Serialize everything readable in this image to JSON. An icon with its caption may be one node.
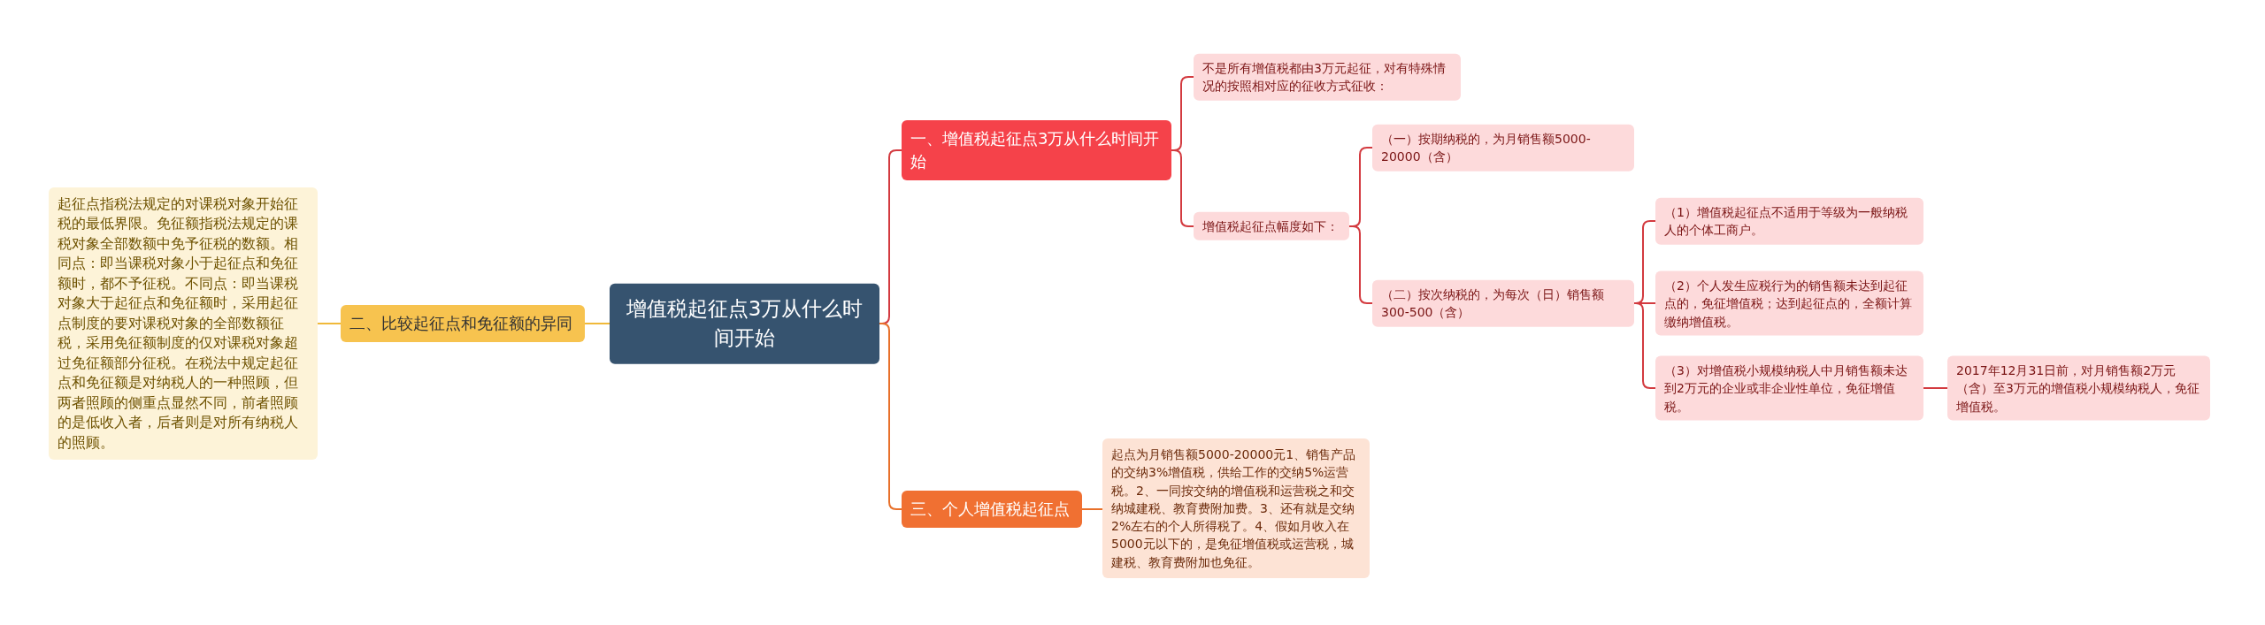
{
  "diagram": {
    "nodes": [
      {
        "text": [
          "增值税起征点3万从什么时间开始"
        ]
      },
      {
        "text": [
          "一、增值税起征点3万从什么时间开始"
        ]
      },
      {
        "text": [
          "不是所有增值税都由3万元起征，对有特殊情况的按照相对应的征收方式征收："
        ]
      },
      {
        "text": [
          "增值税起征点幅度如下："
        ]
      },
      {
        "text": [
          "（一）按期纳税的，为月销售额5000-20000（含）"
        ]
      },
      {
        "text": [
          "（二）按次纳税的，为每次（日）销售额300-500（含）"
        ]
      },
      {
        "text": [
          "（1）增值税起征点不适用于等级为一般纳税人的个体工商户。"
        ]
      },
      {
        "text": [
          "（2）个人发生应税行为的销售额未达到起征点的，免征增值税；达到起征点的，全额计算缴纳增值税。"
        ]
      },
      {
        "text": [
          "（3）对增值税小规模纳税人中月销售额未达到2万元的企业或非企业性单位，免征增值税。"
        ]
      },
      {
        "text": [
          "2017年12月31日前，对月销售额2万元（含）至3万元的增值税小规模纳税人，免征增值税。"
        ]
      },
      {
        "text": [
          "三、个人增值税起征点"
        ]
      },
      {
        "text": [
          "起点为月销售额5000-20000元1、销售产品的交纳3%增值税，供给工作的交纳5%运营税。2、一同按交纳的增值税和运营税之和交纳城建税、教育费附加费。3、还有就是交纳2%左右的个人所得税了。4、假如月收入在5000元以下的，是免征增值税或运营税，城建税、教育费附加也免征。"
        ]
      },
      {
        "text": [
          "二、比较起征点和免征额的异同"
        ]
      },
      {
        "text": [
          "起征点指税法规定的对课税对象开始征税的最低界限。免征额指税法规定的课税对象全部数额中免予征税的数额。相同点：即当课税对象小于起征点和免征额时，都不予征税。不同点：即当课税对象大于起征点和免征额时，采用起征点制度的要对课税对象的全部数额征税，采用免征额制度的仅对课税对象超过免征额部分征税。在税法中规定起征点和免征额是对纳税人的一种照顾，但两者照顾的侧重点显然不同，前者照顾的是低收入者，后者则是对所有纳税人的照顾。"
        ]
      }
    ],
    "edges": [
      {
        "from": 0,
        "to": 1,
        "arrow": "none"
      },
      {
        "from": 1,
        "to": 2,
        "arrow": "none"
      },
      {
        "from": 1,
        "to": 3,
        "arrow": "none"
      },
      {
        "from": 3,
        "to": 4,
        "arrow": "none"
      },
      {
        "from": 3,
        "to": 5,
        "arrow": "none"
      },
      {
        "from": 5,
        "to": 6,
        "arrow": "none"
      },
      {
        "from": 5,
        "to": 7,
        "arrow": "none"
      },
      {
        "from": 5,
        "to": 8,
        "arrow": "none"
      },
      {
        "from": 8,
        "to": 9,
        "arrow": "none"
      },
      {
        "from": 0,
        "to": 10,
        "arrow": "none",
        "color": "#e8702a"
      },
      {
        "from": 10,
        "to": 11,
        "arrow": "none",
        "color": "#e8702a"
      },
      {
        "from": 0,
        "to": 12,
        "arrow": "none",
        "color": "#f0b93a"
      },
      {
        "from": 12,
        "to": 13,
        "arrow": "none",
        "color": "#f0b93a"
      }
    ]
  }
}
